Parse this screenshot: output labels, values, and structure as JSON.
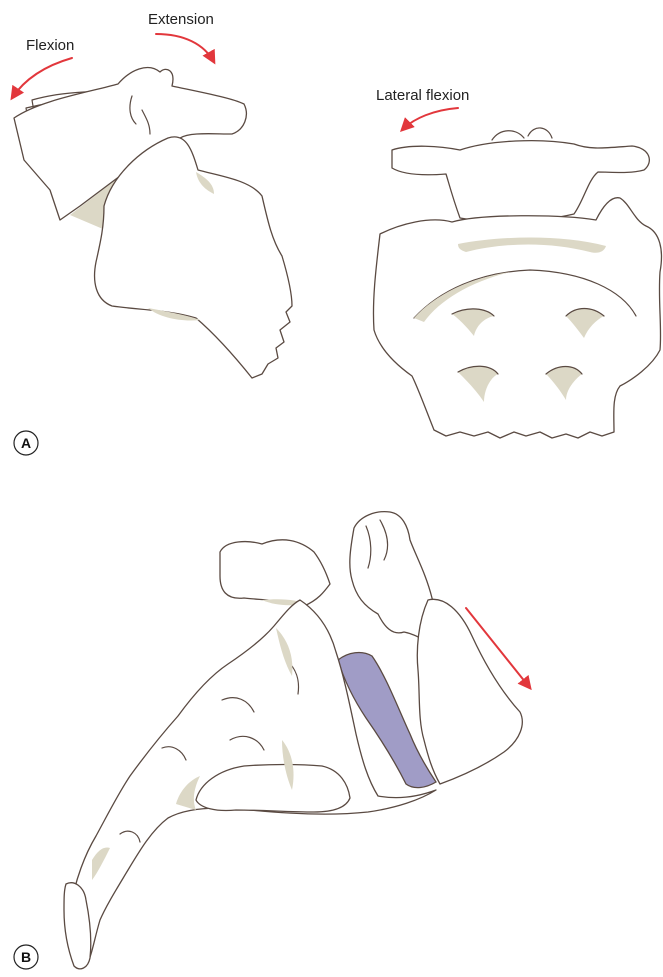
{
  "panels": [
    {
      "letter": "A"
    },
    {
      "letter": "B"
    }
  ],
  "labels": {
    "flexion": "Flexion",
    "extension": "Extension",
    "lateral_flexion": "Lateral flexion"
  },
  "colors": {
    "arrow": "#e2373c",
    "bone_outline": "#5a4a42",
    "bone_shade": "#dcd8c6",
    "disc": "#a09cc6"
  }
}
